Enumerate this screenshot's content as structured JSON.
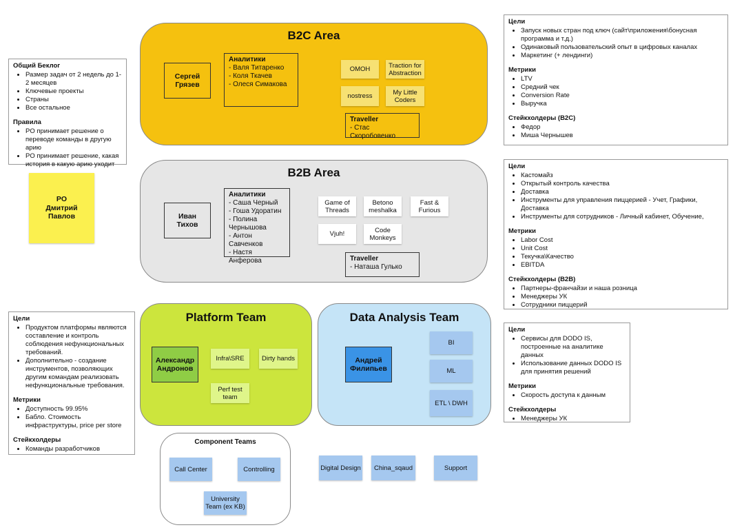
{
  "b2c": {
    "title": "B2C Area",
    "lead": "Сергей\nГрязев",
    "analysts_title": "Аналитики",
    "analysts": [
      "- Валя Титаренко",
      "- Коля Ткачев",
      "- Олеся Симакова"
    ],
    "teams": [
      "OMOH",
      "Traction for Abstraction",
      "nostress",
      "My Little Coders"
    ],
    "traveller_title": "Traveller",
    "traveller": "- Стас Скоробовенко"
  },
  "b2b": {
    "title": "B2B Area",
    "lead": "Иван\nТихов",
    "analysts_title": "Аналитики",
    "analysts": [
      "- Саша Черный",
      "- Гоша Удоратин",
      "- Полина Чернышова",
      "- Антон Савченков",
      "- Настя Анферова"
    ],
    "teams": [
      "Game of Threads",
      "Betono meshalka",
      "Fast & Furious",
      "Vjuh!",
      "Code Monkeys"
    ],
    "traveller_title": "Traveller",
    "traveller": "- Наташа Гулько"
  },
  "platform": {
    "title": "Platform Team",
    "lead": "Александр\nАндронов",
    "teams": [
      "Infra\\SRE",
      "Dirty hands",
      "Perf test team"
    ]
  },
  "data_team": {
    "title": "Data Analysis Team",
    "lead": "Андрей\nФилипьев",
    "teams": [
      "BI",
      "ML",
      "ETL \\ DWH"
    ]
  },
  "components": {
    "title": "Component Teams",
    "teams": [
      "Call Center",
      "Controlling",
      "University Team (ex KB)"
    ]
  },
  "loose_teams": [
    "Digital Design",
    "China_sqaud",
    "Support"
  ],
  "po": {
    "text": "PO\nДмитрий\nПавлов"
  },
  "backlog_panel": {
    "sections": [
      {
        "heading": "Общий Беклог",
        "items": [
          "Размер задач от 2 недель до 1-2 месяцев",
          "Ключевые проекты",
          "Страны",
          "Все остальное"
        ]
      },
      {
        "heading": "Правила",
        "items": [
          "PO принимает решение о переводе команды в другую арию",
          "PO принимает решение, какая история в какую арию уходит"
        ]
      }
    ]
  },
  "platform_panel": {
    "sections": [
      {
        "heading": "Цели",
        "items": [
          "Продуктом платформы являются составление и контроль соблюдения нефункциональных требований.",
          "Дополнительно - создание инструментов, позволяющих другим командам реализовать нефункциональные требования."
        ]
      },
      {
        "heading": "Метрики",
        "items": [
          "Доступность 99.95%",
          "Бабло. Стоимость инфраструктуры, price per store"
        ]
      },
      {
        "heading": "Стейкхолдеры",
        "items": [
          "Команды разработчиков"
        ]
      }
    ]
  },
  "b2c_panel": {
    "sections": [
      {
        "heading": "Цели",
        "items": [
          "Запуск новых стран под ключ (сайт\\приложения\\бонусная программа и т.д.)",
          "Одинаковый пользовательский опыт в цифровых каналах",
          "Маркетинг (+ лендинги)"
        ]
      },
      {
        "heading": "Метрики",
        "items": [
          "LTV",
          "Средний чек",
          "Conversion Rate",
          "Выручка"
        ]
      },
      {
        "heading": "Стейкхолдеры (B2C)",
        "items": [
          "Федор",
          "Миша Чернышев"
        ]
      }
    ]
  },
  "b2b_panel": {
    "sections": [
      {
        "heading": "Цели",
        "items": [
          "Кастомайз",
          "Открытый контроль качества",
          "Доставка",
          "Инструменты для управления пиццерией - Учет, Графики, Доставка",
          "Инструменты для сотрудников - Личный кабинет, Обучение,"
        ]
      },
      {
        "heading": "Метрики",
        "items": [
          "Labor Cost",
          "Unit Cost",
          "Текучка\\Качество",
          "EBITDA"
        ]
      },
      {
        "heading": "Стейкхолдеры (B2B)",
        "items": [
          "Партнеры-франчайзи и наша розница",
          "Менеджеры УК",
          "Сотрудники пиццерий"
        ]
      }
    ]
  },
  "data_panel": {
    "sections": [
      {
        "heading": "Цели",
        "items": [
          "Сервисы для DODO IS, построенные на аналитике данных",
          "Использование данных DODO IS для принятия решений"
        ]
      },
      {
        "heading": "Метрики",
        "items": [
          "Скорость доступа к данным"
        ]
      },
      {
        "heading": "Стейкхолдеры",
        "items": [
          "Менеджеры УК"
        ]
      }
    ]
  },
  "colors": {
    "b2c": "#f5c10f",
    "b2b": "#e6e6e6",
    "platform": "#cce53d",
    "data": "#c5e4f7",
    "yellow_note": "#f7e173",
    "green_note": "#dff58a",
    "blue_note": "#a5c8ef",
    "po_note": "#fbf04f",
    "platform_lead": "#8fcd45",
    "data_lead": "#3a93e6"
  }
}
